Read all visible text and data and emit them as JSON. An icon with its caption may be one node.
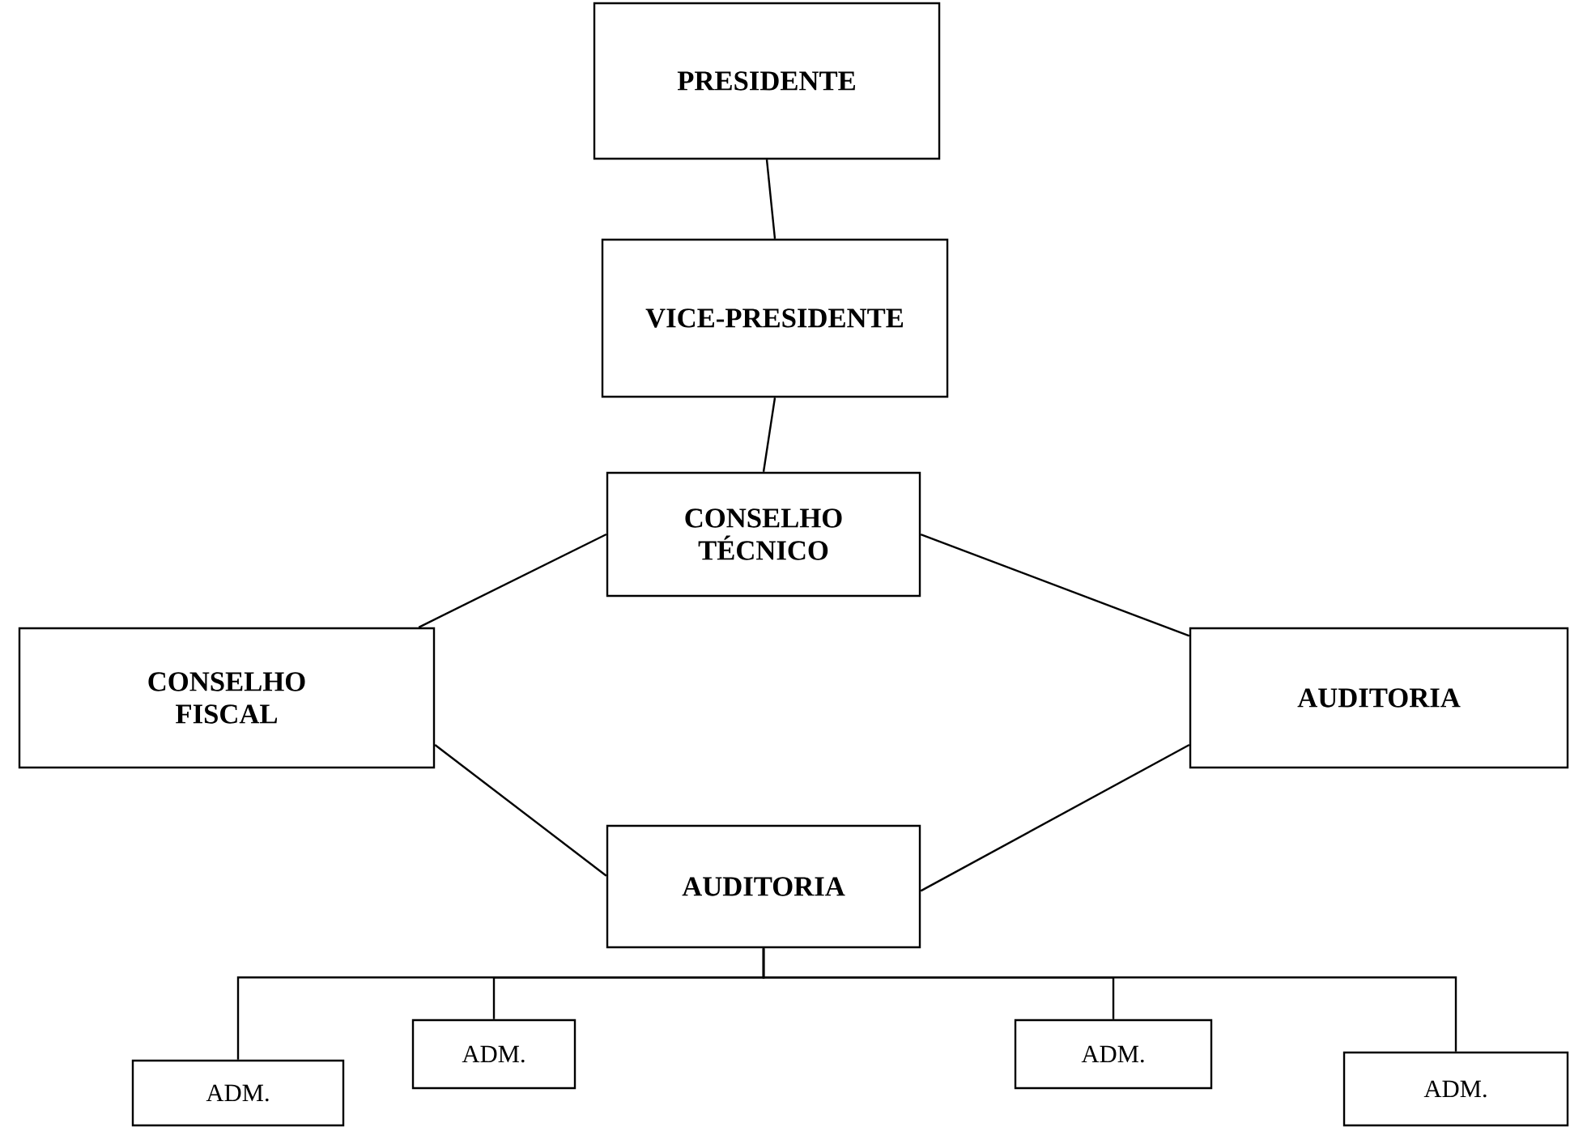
{
  "diagram": {
    "nodes": [
      {
        "text": [
          "PRESIDENTE"
        ]
      },
      {
        "text": [
          "VICE-PRESIDENTE"
        ]
      },
      {
        "text": [
          "CONSELHO TÉCNICO"
        ]
      },
      {
        "text": [
          "CONSELHO FISCAL"
        ]
      },
      {
        "text": [
          "AUDITORIA"
        ]
      },
      {
        "text": [
          "AUDITORIA"
        ]
      },
      {
        "text": [
          "ADM."
        ]
      },
      {
        "text": [
          "ADM."
        ]
      },
      {
        "text": [
          "ADM."
        ]
      },
      {
        "text": [
          "ADM."
        ]
      }
    ],
    "edges": [
      {
        "from": 0,
        "to": 1,
        "arrow": "none"
      },
      {
        "from": 1,
        "to": 2,
        "arrow": "none"
      },
      {
        "from": 2,
        "to": 3,
        "arrow": "none"
      },
      {
        "from": 2,
        "to": 4,
        "arrow": "none"
      },
      {
        "from": 3,
        "to": 5,
        "arrow": "none"
      },
      {
        "from": 4,
        "to": 5,
        "arrow": "none"
      },
      {
        "from": 5,
        "to": 6,
        "arrow": "none"
      },
      {
        "from": 5,
        "to": 7,
        "arrow": "none"
      },
      {
        "from": 5,
        "to": 8,
        "arrow": "none"
      },
      {
        "from": 5,
        "to": 9,
        "arrow": "none"
      }
    ]
  }
}
